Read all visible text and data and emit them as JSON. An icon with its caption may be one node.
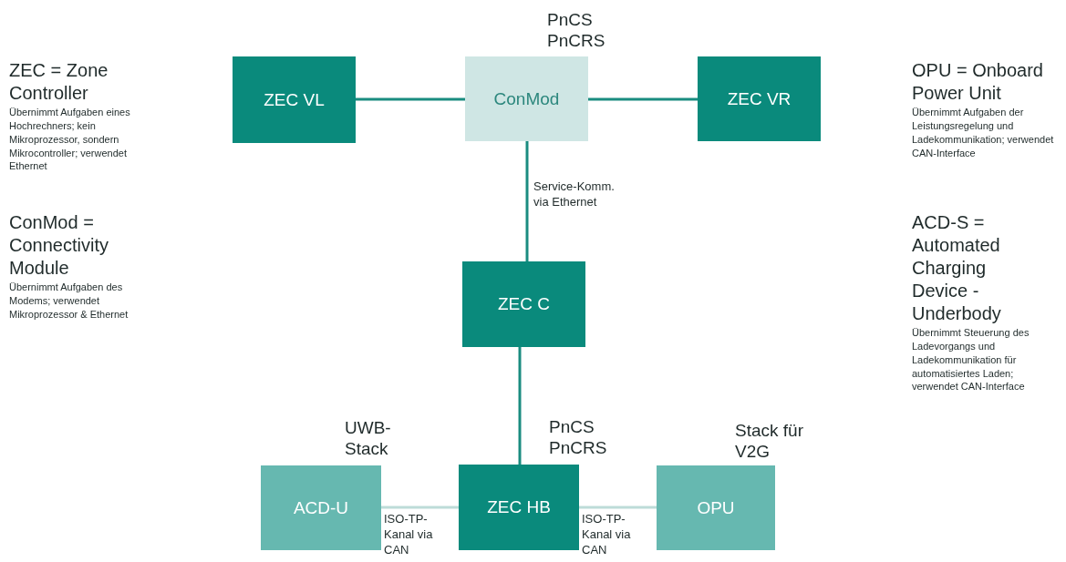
{
  "diagram": {
    "nodes": [
      {
        "text": [
          "ZEC VL"
        ]
      },
      {
        "text": [
          "ConMod"
        ],
        "beside": [
          "PnCS PnCRS"
        ]
      },
      {
        "text": [
          "ZEC VR"
        ]
      },
      {
        "text": [
          "ZEC C"
        ]
      },
      {
        "text": [
          "ACD-U"
        ],
        "beside": [
          "UWB-Stack"
        ]
      },
      {
        "text": [
          "ZEC HB"
        ],
        "beside": [
          "PnCS PnCRS"
        ]
      },
      {
        "text": [
          "OPU"
        ],
        "beside": [
          "Stack für V2G"
        ]
      }
    ],
    "edges": [
      {
        "from": 0,
        "to": 1,
        "arrow": "none"
      },
      {
        "from": 1,
        "to": 2,
        "arrow": "none"
      },
      {
        "from": 1,
        "to": 3,
        "arrow": "none",
        "label": "Service-Komm. via Ethernet"
      },
      {
        "from": 3,
        "to": 5,
        "arrow": "none"
      },
      {
        "from": 4,
        "to": 5,
        "arrow": "none",
        "label": "ISO-TP-Kanal via CAN",
        "color": "#bddcd8"
      },
      {
        "from": 5,
        "to": 6,
        "arrow": "none",
        "label": "ISO-TP-Kanal via CAN",
        "color": "#bddcd8"
      }
    ],
    "labels": [
      "ZEC = Zone Controller",
      "Übernimmt Aufgaben eines Hochrechners; kein Mikroprozessor, sondern Mikrocontroller; verwendet Ethernet",
      "ConMod = Connectivity Module",
      "Übernimmt Aufgaben des Modems; verwendet Mikroprozessor & Ethernet",
      "OPU = Onboard Power Unit",
      "Übernimmt Aufgaben der Leistungsregelung und Ladekommunikation; verwendet CAN-Interface",
      "ACD-S = Automated Charging Device - Underbody",
      "Übernimmt Steuerung des Ladevorgangs und Ladekommunikation für automatisiertes Laden; verwendet CAN-Interface"
    ]
  }
}
